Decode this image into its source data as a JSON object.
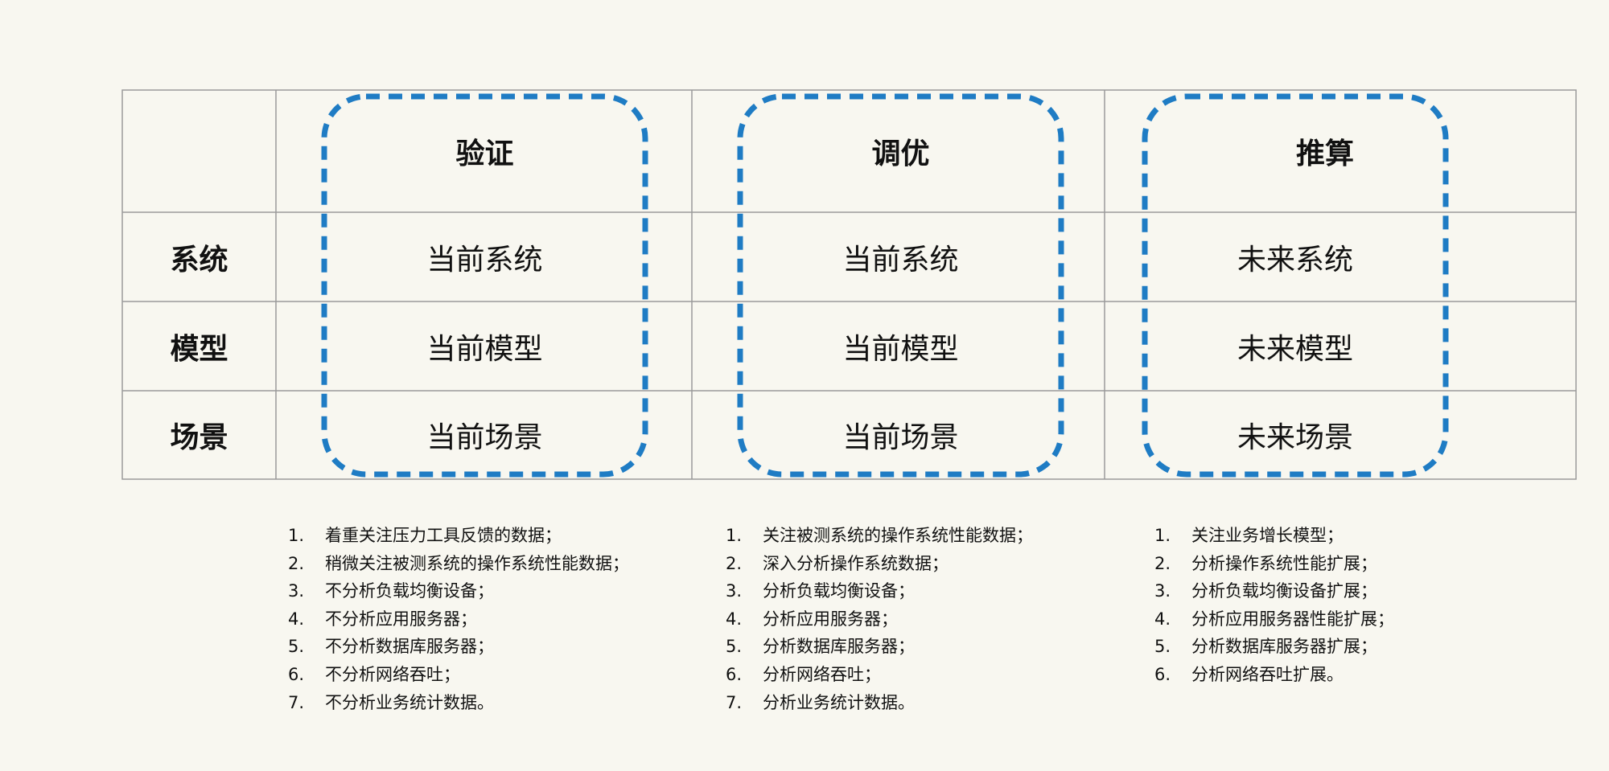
{
  "table": {
    "columns": [
      "验证",
      "调优",
      "推算"
    ],
    "rows": [
      {
        "label": "系统",
        "cells": [
          "当前系统",
          "当前系统",
          "未来系统"
        ]
      },
      {
        "label": "模型",
        "cells": [
          "当前模型",
          "当前模型",
          "未来模型"
        ]
      },
      {
        "label": "场景",
        "cells": [
          "当前场景",
          "当前场景",
          "未来场景"
        ]
      }
    ]
  },
  "notes": [
    {
      "items": [
        {
          "num": "1.",
          "text": "着重关注压力工具反馈的数据；"
        },
        {
          "num": "2.",
          "text": "稍微关注被测系统的操作系统性能数据；"
        },
        {
          "num": "3.",
          "text": "不分析负载均衡设备；"
        },
        {
          "num": "4.",
          "text": "不分析应用服务器；"
        },
        {
          "num": "5.",
          "text": "不分析数据库服务器；"
        },
        {
          "num": "6.",
          "text": "不分析网络吞吐；"
        },
        {
          "num": "7.",
          "text": "不分析业务统计数据。"
        }
      ]
    },
    {
      "items": [
        {
          "num": "1.",
          "text": "关注被测系统的操作系统性能数据；"
        },
        {
          "num": "2.",
          "text": "深入分析操作系统数据；"
        },
        {
          "num": "3.",
          "text": "分析负载均衡设备；"
        },
        {
          "num": "4.",
          "text": "分析应用服务器；"
        },
        {
          "num": "5.",
          "text": "分析数据库服务器；"
        },
        {
          "num": "6.",
          "text": "分析网络吞吐；"
        },
        {
          "num": "7.",
          "text": "分析业务统计数据。"
        }
      ]
    },
    {
      "items": [
        {
          "num": "1.",
          "text": "关注业务增长模型；"
        },
        {
          "num": "2.",
          "text": "分析操作系统性能扩展；"
        },
        {
          "num": "3.",
          "text": "分析负载均衡设备扩展；"
        },
        {
          "num": "4.",
          "text": "分析应用服务器性能扩展；"
        },
        {
          "num": "5.",
          "text": "分析数据库服务器扩展；"
        },
        {
          "num": "6.",
          "text": "分析网络吞吐扩展。"
        }
      ]
    }
  ],
  "colors": {
    "background": "#f8f7f0",
    "grid_line": "#9a9a9a",
    "highlight_dash": "#1f7cc4",
    "text": "#111111"
  }
}
